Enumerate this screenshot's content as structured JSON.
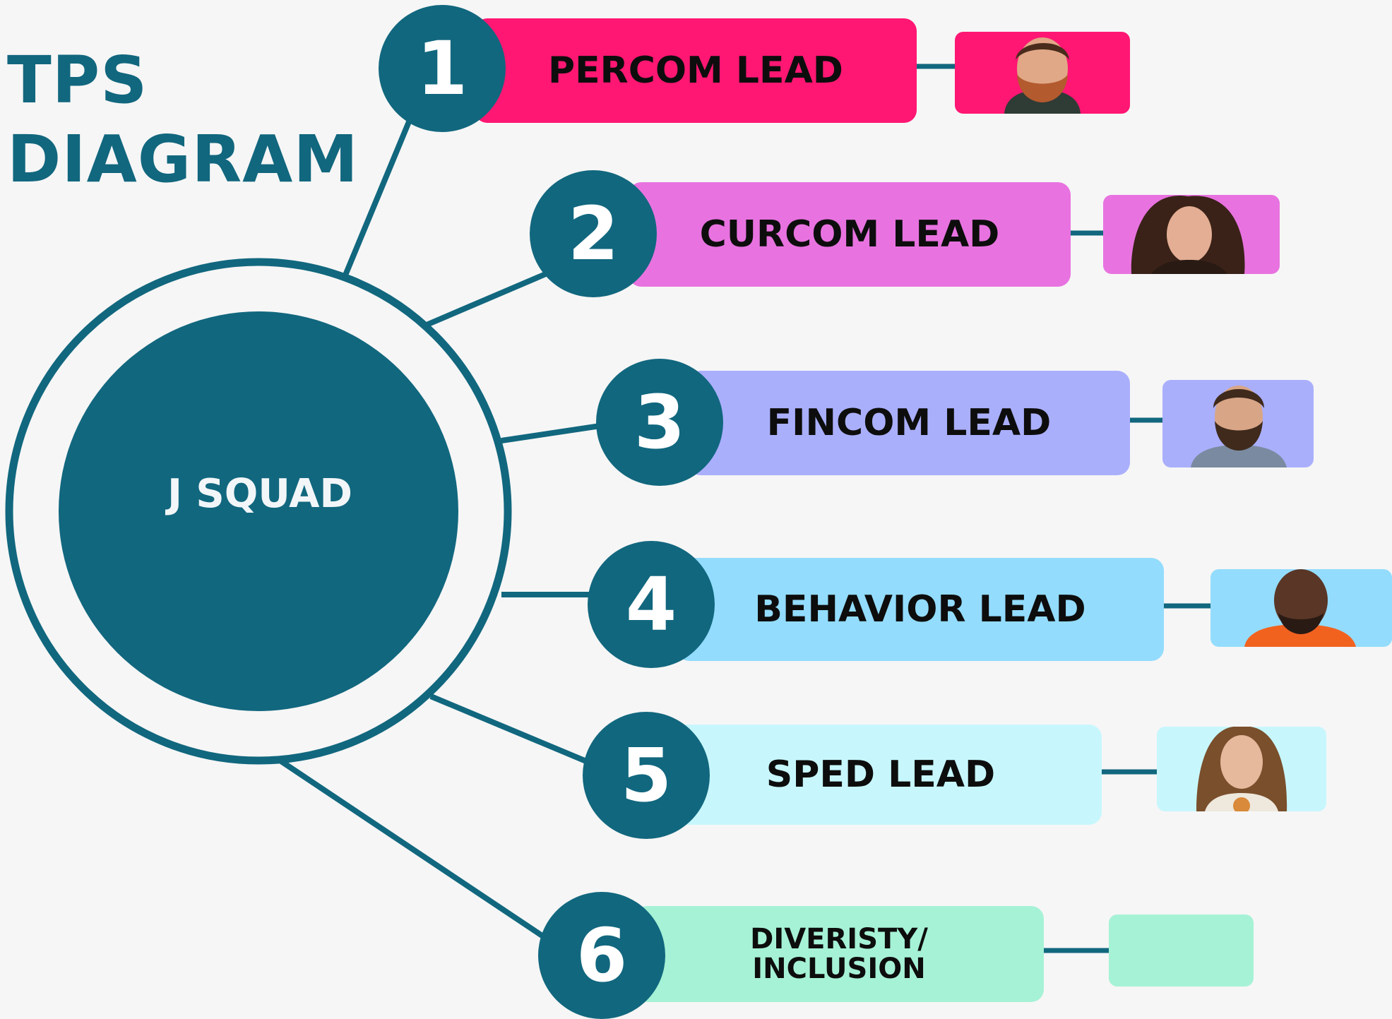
{
  "title": {
    "line1": "TPS",
    "line2": "DIAGRAM"
  },
  "center": {
    "label": "J SQUAD"
  },
  "colors": {
    "primary": "#11677e",
    "background": "#f6f6f6"
  },
  "leads": [
    {
      "number": "1",
      "label": "PERCOM LEAD",
      "color": "#ff1773",
      "photo": "man-short-hair-beard"
    },
    {
      "number": "2",
      "label": "CURCOM LEAD",
      "color": "#e873e0",
      "photo": "woman-long-curly-hair"
    },
    {
      "number": "3",
      "label": "FINCOM LEAD",
      "color": "#aaaffc",
      "photo": "man-beard-smiling"
    },
    {
      "number": "4",
      "label": "BEHAVIOR LEAD",
      "color": "#93dcfd",
      "photo": "man-bald-orange-shirt"
    },
    {
      "number": "5",
      "label": "SPED LEAD",
      "color": "#c7f7fd",
      "photo": "woman-long-hair-smiling"
    },
    {
      "number": "6",
      "label": "DIVERISTY/ INCLUSION",
      "color": "#a6f2d6",
      "photo": ""
    }
  ]
}
